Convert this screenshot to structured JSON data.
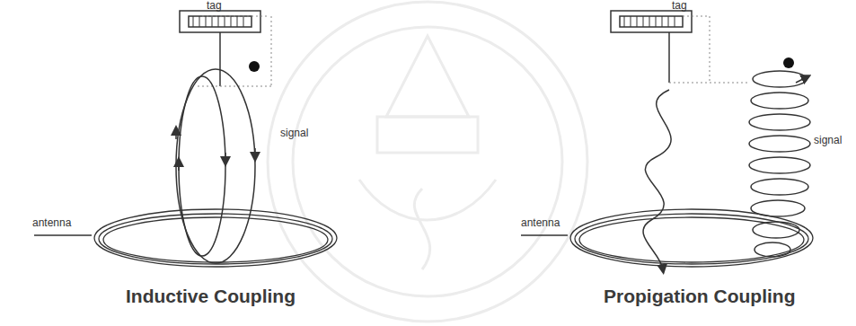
{
  "diagram": {
    "labels": [
      "tag",
      "signal",
      "antenna",
      "Inductive Coupling",
      "tag",
      "signal",
      "antenna",
      "Propigation Coupling"
    ]
  }
}
